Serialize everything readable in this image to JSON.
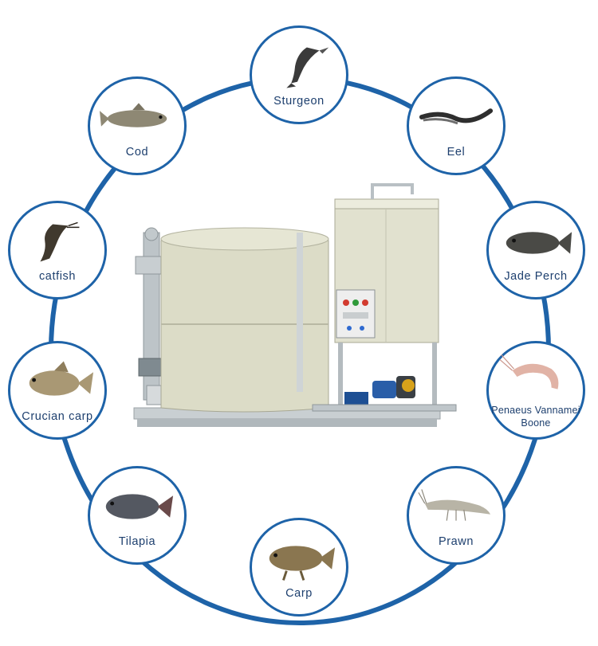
{
  "colors": {
    "ring": "#1e63a8",
    "label": "#1d3f6e",
    "tank": "#dcdcc7",
    "pipe": "#b9c0c4"
  },
  "species": [
    {
      "label": "Sturgeon",
      "icon": "sturgeon-icon"
    },
    {
      "label": "Eel",
      "icon": "eel-icon"
    },
    {
      "label": "Jade Perch",
      "icon": "jade-perch-icon"
    },
    {
      "label": "Penaeus Vannamei\nBoone",
      "icon": "vannamei-shrimp-icon"
    },
    {
      "label": "Prawn",
      "icon": "prawn-icon"
    },
    {
      "label": "Carp",
      "icon": "carp-icon"
    },
    {
      "label": "Tilapia",
      "icon": "tilapia-icon"
    },
    {
      "label": "Crucian carp",
      "icon": "crucian-carp-icon"
    },
    {
      "label": "catfish",
      "icon": "catfish-icon"
    },
    {
      "label": "Cod",
      "icon": "cod-icon"
    }
  ],
  "machine": {
    "icon": "aquaculture-system-icon"
  }
}
